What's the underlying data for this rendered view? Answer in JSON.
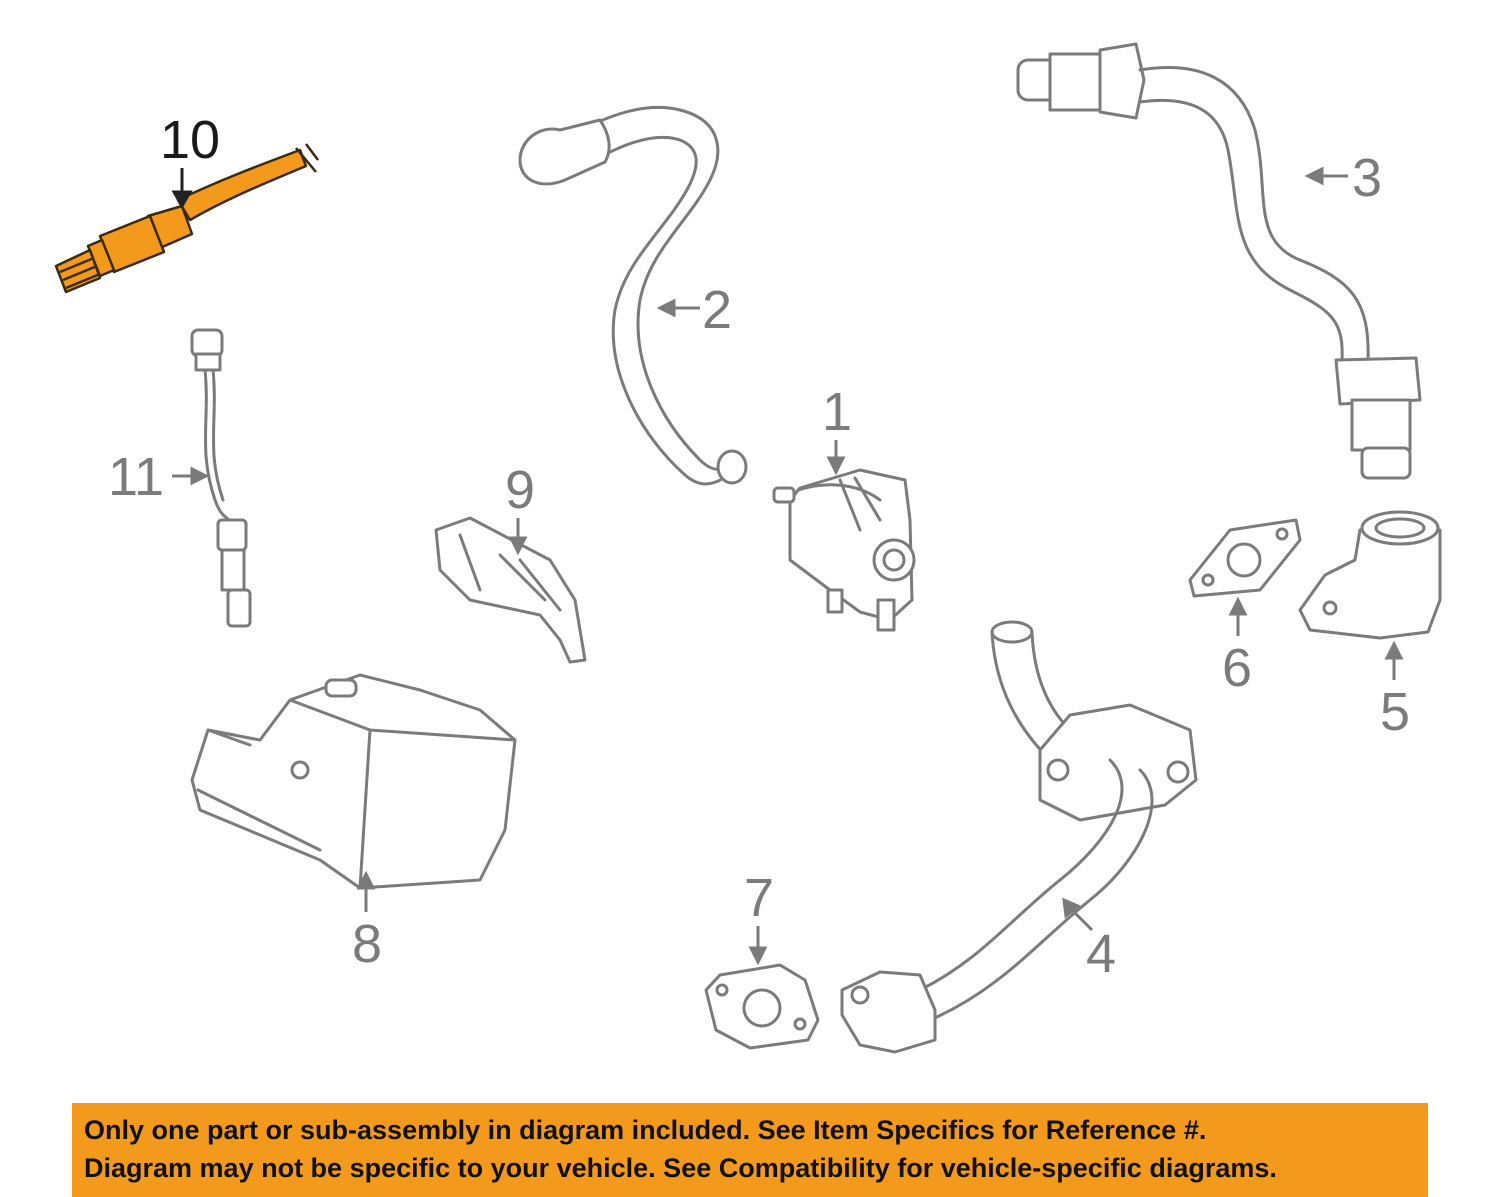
{
  "diagram": {
    "callouts": {
      "c1": "1",
      "c2": "2",
      "c3": "3",
      "c4": "4",
      "c5": "5",
      "c6": "6",
      "c7": "7",
      "c8": "8",
      "c9": "9",
      "c10": "10",
      "c11": "11"
    },
    "highlight_color": "#f39a1c",
    "highlighted_part": "10"
  },
  "disclaimer": {
    "line1": "Only one part or sub-assembly in diagram included. See Item Specifics for Reference #.",
    "line2": "Diagram may not be specific to your vehicle. See Compatibility for vehicle-specific diagrams.",
    "background": "#f39a1c"
  }
}
